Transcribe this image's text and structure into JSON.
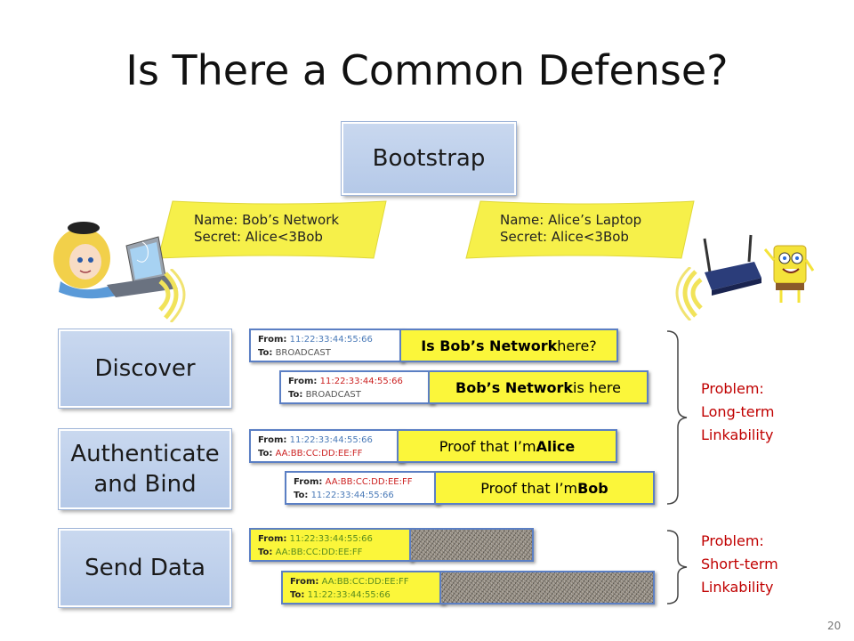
{
  "title": "Is There a Common Defense?",
  "bootstrap": {
    "label": "Bootstrap"
  },
  "banner_left": {
    "name_key": "Name:",
    "name_val": " Bob’s Network",
    "secret_key": "Secret:",
    "secret_val": " Alice<3Bob"
  },
  "banner_right": {
    "name_key": "Name:",
    "name_val": " Alice’s Laptop",
    "secret_key": "Secret:",
    "secret_val": " Alice<3Bob"
  },
  "phases": {
    "discover": "Discover",
    "authenticate_line1": "Authenticate",
    "authenticate_line2": "and Bind",
    "send_data": "Send Data"
  },
  "labels": {
    "from": "From:",
    "to": "To:"
  },
  "mac": {
    "alice": "11:22:33:44:55:66",
    "bob": "AA:BB:CC:DD:EE:FF",
    "broadcast": "BROADCAST"
  },
  "messages": {
    "m1_bold": "Is Bob’s Network",
    "m1_rest": " here?",
    "m2_bold": "Bob’s Network",
    "m2_rest": " is here",
    "m3_rest": "Proof that I’m ",
    "m3_bold": "Alice",
    "m4_rest": "Proof that I’m ",
    "m4_bold": "Bob"
  },
  "problems": {
    "long": {
      "title": "Problem:",
      "line1": "Long-term",
      "line2": "Linkability"
    },
    "short": {
      "title": "Problem:",
      "line1": "Short-term",
      "line2": "Linkability"
    }
  },
  "page_number": "20"
}
